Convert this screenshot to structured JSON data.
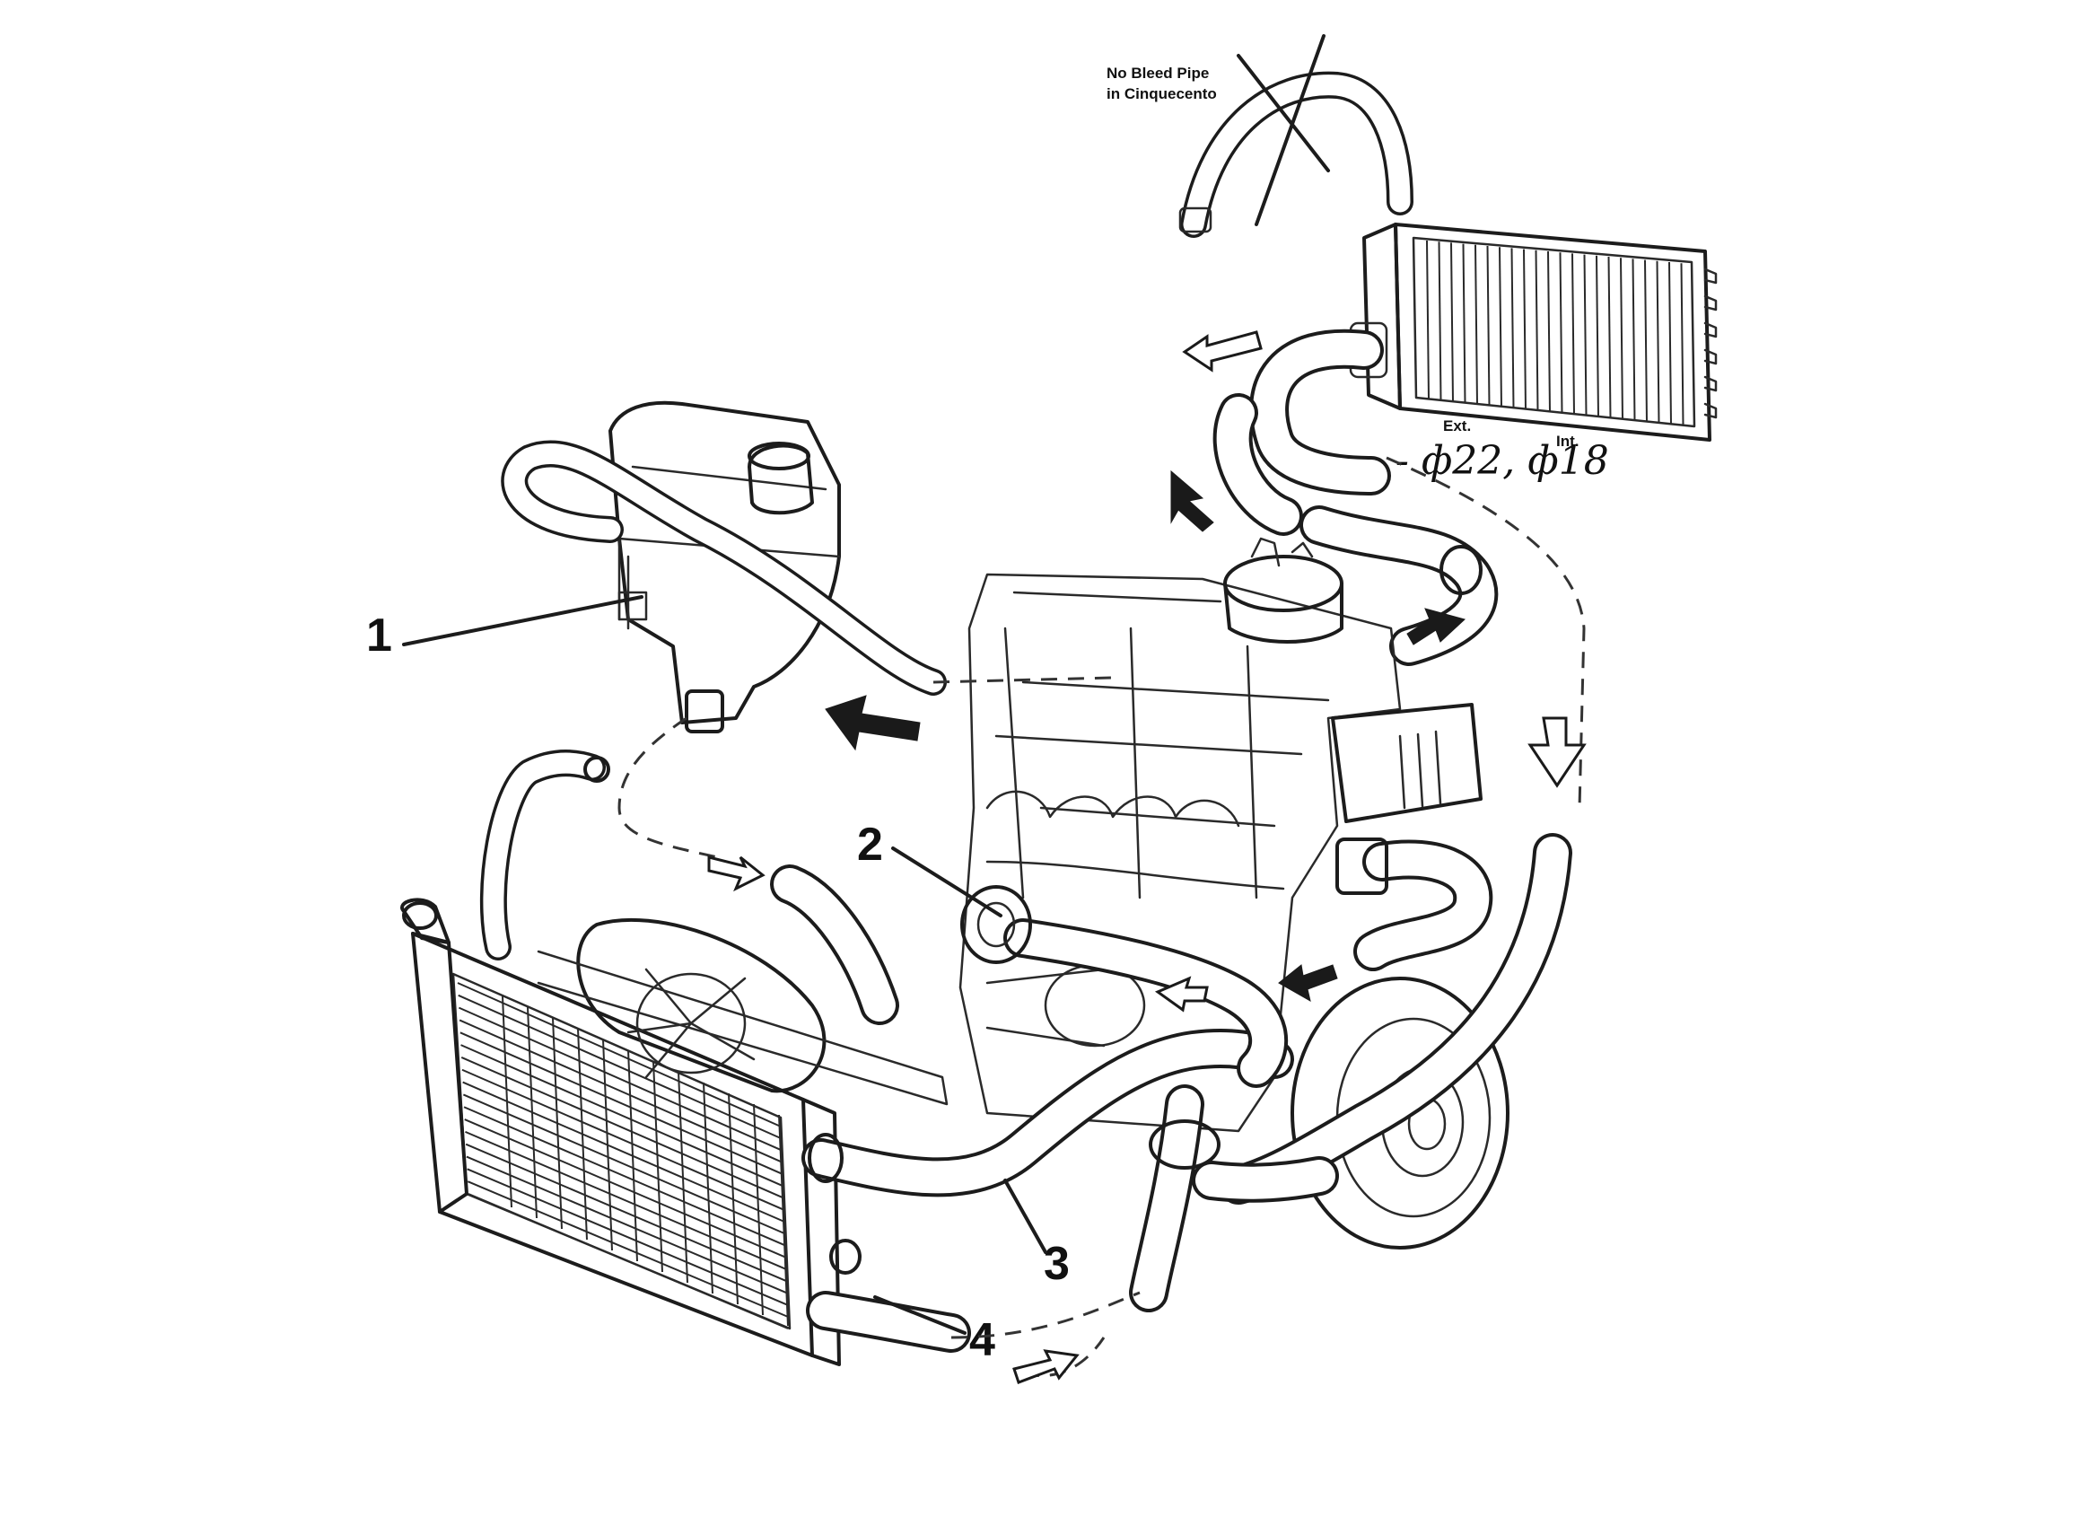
{
  "labels": {
    "expansion_tank": "1",
    "thermostat": "2",
    "upper_hose": "3",
    "lower_hose": "4"
  },
  "notes": {
    "bleed_line1": "No Bleed Pipe",
    "bleed_line2": "in Cinquecento",
    "ext": "Ext.",
    "int": "Int.",
    "diameters": "- ф22, ф18"
  }
}
